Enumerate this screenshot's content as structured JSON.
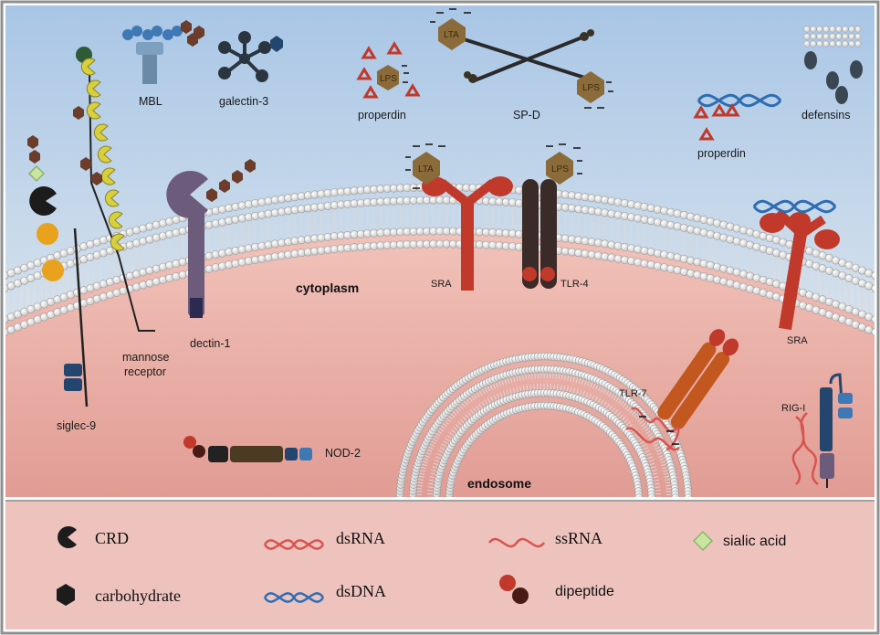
{
  "labels": {
    "mbl": "MBL",
    "galectin3": "galectin-3",
    "properdin_top": "properdin",
    "sp_d": "SP-D",
    "properdin_right": "properdin",
    "defensins": "defensins",
    "cytoplasm": "cytoplasm",
    "sra_left": "SRA",
    "tlr4": "TLR-4",
    "sra_right": "SRA",
    "dectin1": "dectin-1",
    "mannose_line1": "mannose",
    "mannose_line2": "receptor",
    "siglec9": "siglec-9",
    "tlr7": "TLR-7",
    "rig1": "RIG-I",
    "nod2": "NOD-2",
    "endosome": "endosome",
    "lps": "LPS",
    "lta": "LTA"
  },
  "legend": {
    "crd": "CRD",
    "carbohydrate": "carbohydrate",
    "dsrna": "dsRNA",
    "dsdna": "dsDNA",
    "ssrna": "ssRNA",
    "dipeptide": "dipeptide",
    "sialic_acid": "sialic acid"
  },
  "colors": {
    "sky_top": "#a9c6e6",
    "sky_bottom": "#e9eef2",
    "cytoplasm": "#e8a9a0",
    "legend_bg": "#efc7c2",
    "membrane_head": "#f4f4f4",
    "receptor_red": "#c0392b",
    "tlr_dark": "#3b2b28",
    "tlr7_orange": "#c2571f",
    "carbohydrate_brown": "#6b3d2a",
    "lps_hex": "#8b6b3a",
    "yellow_domain": "#d8cf3c",
    "orange_domain": "#e8a21d",
    "navy_domain": "#24466e",
    "dectin_purple": "#6c5b7b",
    "dsrna_red": "#d9534f",
    "dsdna_blue": "#2e6db4",
    "properdin_red": "#c0392b"
  }
}
